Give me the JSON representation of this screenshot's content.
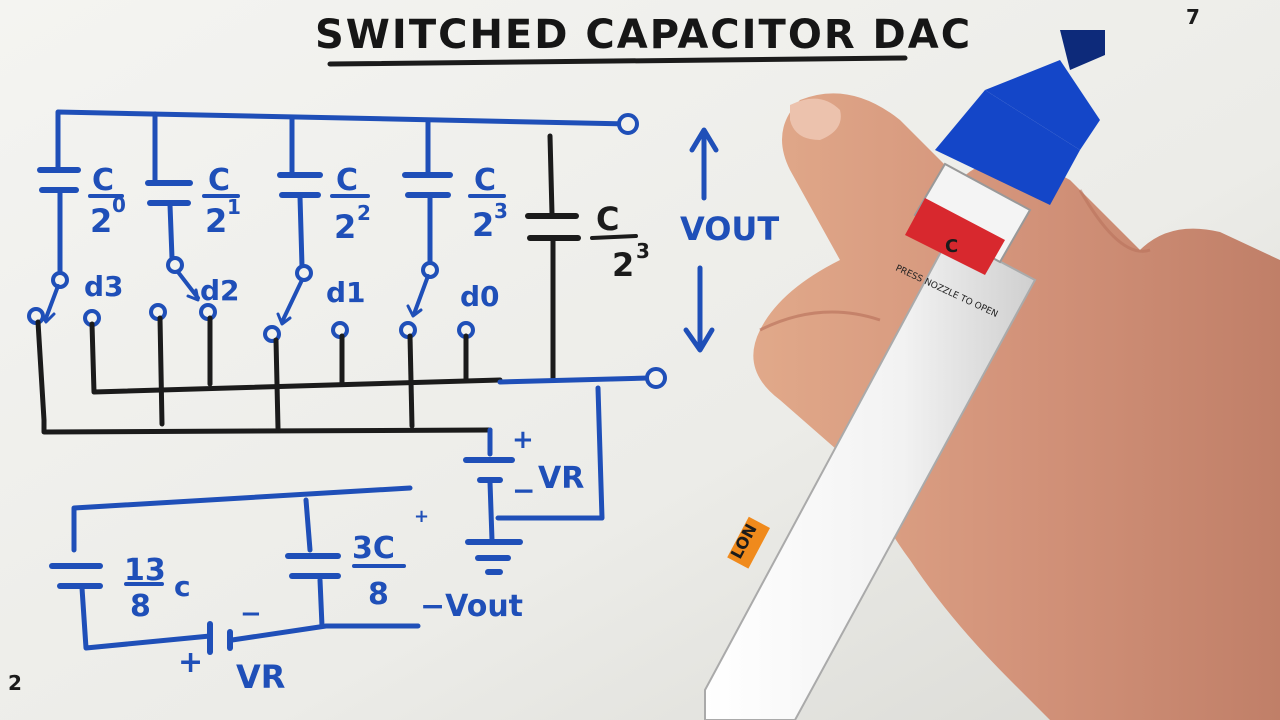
{
  "title": "SWITCHED CAPACITOR DAC",
  "capacitors": [
    {
      "numerator": "C",
      "denominator": "2",
      "exponent": "0"
    },
    {
      "numerator": "C",
      "denominator": "2",
      "exponent": "1"
    },
    {
      "numerator": "C",
      "denominator": "2",
      "exponent": "2"
    },
    {
      "numerator": "C",
      "denominator": "2",
      "exponent": "3"
    },
    {
      "numerator": "C",
      "denominator": "2",
      "exponent": "3"
    }
  ],
  "switches": [
    "d3",
    "d2",
    "d1",
    "d0"
  ],
  "output_label": "VOUT",
  "reference": {
    "label": "VR",
    "plus": "+",
    "minus": "−"
  },
  "equivalent": {
    "left_cap_num": "13",
    "left_cap_den": "8",
    "left_cap_unit": "c",
    "right_cap_num": "3C",
    "right_cap_den": "8",
    "right_cap_sign": "+",
    "output_label": "−Vout",
    "source_label": "VR",
    "source_plus": "+",
    "source_minus": "−"
  },
  "corner_marks": [
    "7",
    "2"
  ],
  "marker": {
    "cap_text": "C",
    "brand_text": "LON",
    "nozzle_text": "PRESS NOZZLE TO OPEN"
  },
  "colors": {
    "paper": "#f2f2ee",
    "blue_ink": "#1f4fb8",
    "black_ink": "#1b1b1b",
    "marker_blue": "#1446c8"
  }
}
